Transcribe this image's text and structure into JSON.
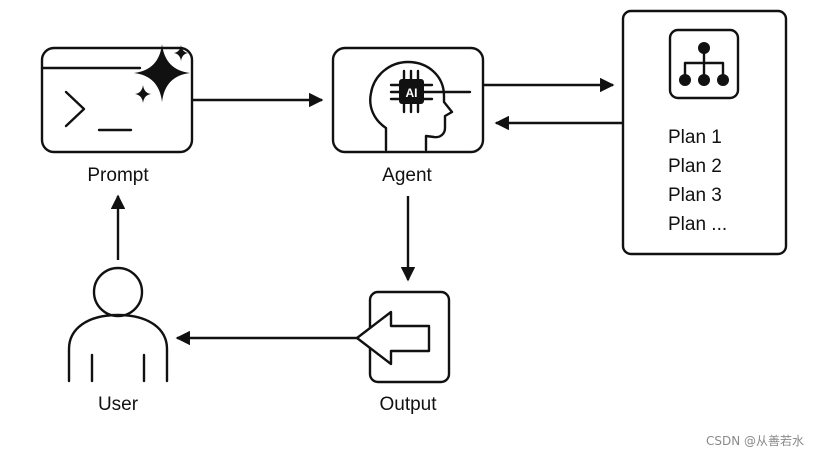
{
  "nodes": {
    "prompt": {
      "label": "Prompt"
    },
    "agent": {
      "label": "Agent",
      "chip_text": "AI"
    },
    "output": {
      "label": "Output"
    },
    "user": {
      "label": "User"
    },
    "plans": {
      "items": [
        "Plan 1",
        "Plan 2",
        "Plan 3",
        "Plan ..."
      ]
    }
  },
  "watermark": "CSDN @从善若水",
  "icons": {
    "prompt": "terminal-sparkle-icon",
    "agent": "ai-head-icon",
    "plans": "hierarchy-icon",
    "output": "return-arrow-icon",
    "user": "user-icon"
  },
  "colors": {
    "stroke": "#111111",
    "background": "#ffffff",
    "watermark": "#8a8a8a"
  }
}
